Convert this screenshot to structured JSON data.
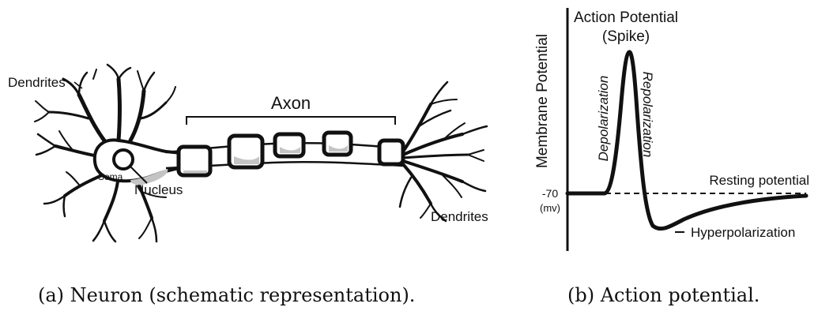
{
  "neuron": {
    "labels": {
      "dendrites_left": "Dendrites",
      "axon": "Axon",
      "soma": "Soma",
      "nucleus": "Nucleus",
      "dendrites_right": "Dendrites"
    },
    "caption": "(a) Neuron (schematic representation)."
  },
  "action_potential": {
    "title_line1": "Action Potential",
    "title_line2": "(Spike)",
    "y_axis_label": "Membrane Potential",
    "resting_value": "-70",
    "resting_unit": "(mv)",
    "phases": {
      "depolarization": "Depolarization",
      "repolarization": "Repolarization",
      "resting": "Resting potential",
      "hyperpolarization": "Hyperpolarization"
    },
    "caption": "(b) Action potential."
  },
  "colors": {
    "ink": "#111111",
    "myelin_shade": "#c4c4c4",
    "soma_fill": "#ffffff",
    "background": "#ffffff"
  }
}
